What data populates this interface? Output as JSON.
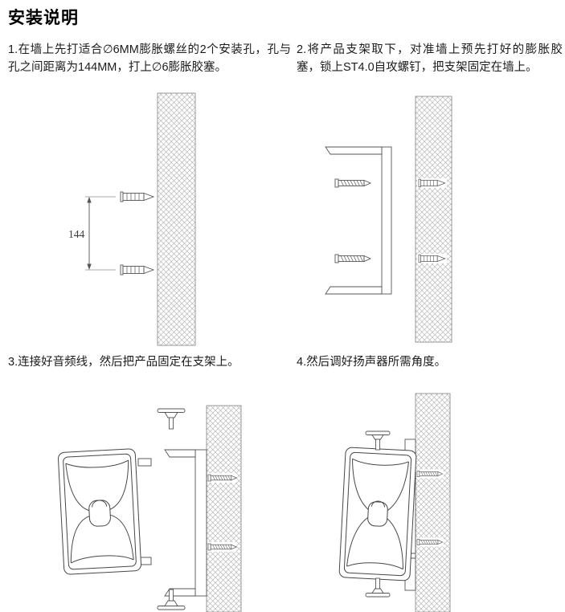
{
  "page": {
    "title": "安装说明"
  },
  "steps": [
    {
      "num": 1,
      "text": "1.在墙上先打适合∅6MM膨胀螺丝的2个安装孔，孔与孔之间距离为144MM，打上∅6膨胀胶塞。"
    },
    {
      "num": 2,
      "text": "2.将产品支架取下，对准墙上预先打好的膨胀胶塞，锁上ST4.0自攻螺钉，把支架固定在墙上。"
    },
    {
      "num": 3,
      "text": "3.连接好音频线，然后把产品固定在支架上。"
    },
    {
      "num": 4,
      "text": "4.然后调好扬声器所需角度。"
    }
  ],
  "diagrams": {
    "dimension_label": "144"
  }
}
